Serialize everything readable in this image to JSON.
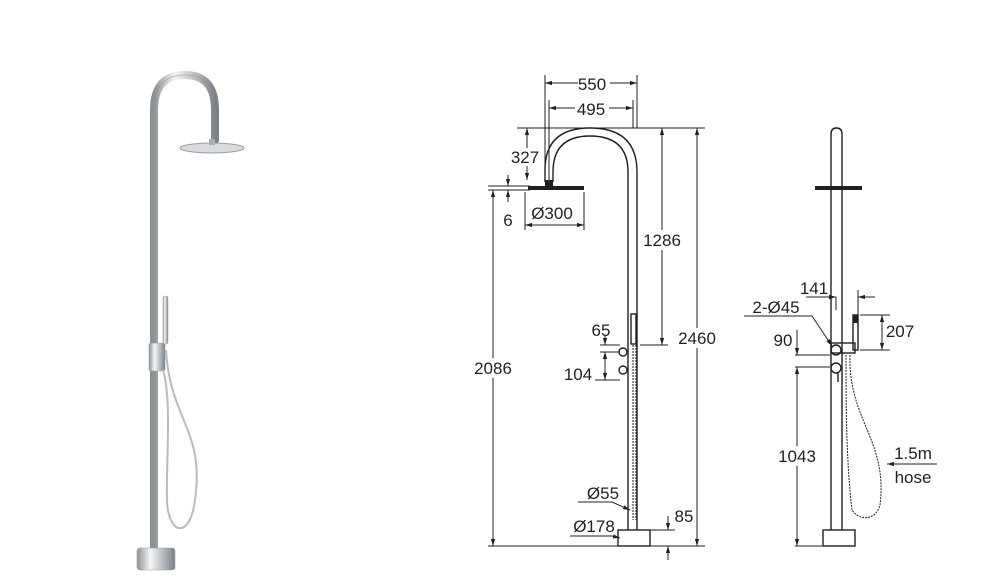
{
  "product_photo": {
    "name": "freestanding-outdoor-shower-chrome"
  },
  "front_view": {
    "dims": {
      "width_overall": "550",
      "arm_reach": "495",
      "arch_height": "327",
      "head_thickness": "6",
      "head_diameter": "Ø300",
      "head_height": "2086",
      "arm_drop": "1286",
      "total_height": "2460",
      "handle_offset": "65",
      "handle_spacing": "104",
      "pole_diameter": "Ø55",
      "base_diameter": "Ø178",
      "base_height": "85"
    }
  },
  "side_view": {
    "dims": {
      "handshower_offset": "141",
      "handle_diameter": "2-Ø45",
      "handshower_length": "207",
      "handle_gap": "90",
      "mixer_height": "1043",
      "hose_length": "1.5m",
      "hose_label": "hose"
    }
  },
  "colors": {
    "line": "#231f20",
    "chrome": "#c8ccd0"
  }
}
